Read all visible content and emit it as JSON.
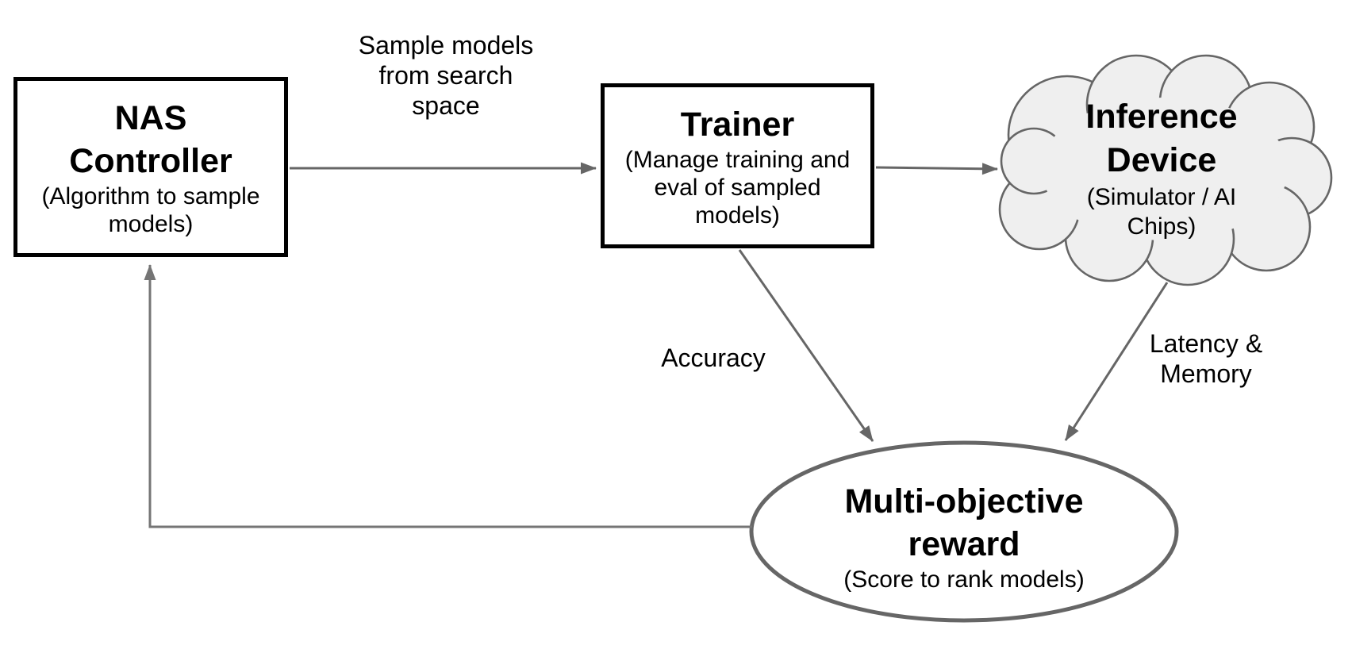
{
  "diagram": {
    "title": "NAS loop diagram",
    "nodes": {
      "nas": {
        "title_lines": [
          "NAS",
          "Controller"
        ],
        "subtitle_lines": [
          "(Algorithm to sample",
          "models)"
        ]
      },
      "trainer": {
        "title_lines": [
          "Trainer"
        ],
        "subtitle_lines": [
          "(Manage training and",
          "eval of sampled",
          "models)"
        ]
      },
      "inference": {
        "title_lines": [
          "Inference",
          "Device"
        ],
        "subtitle_lines": [
          "(Simulator / AI",
          "Chips)"
        ]
      },
      "reward": {
        "title_lines": [
          "Multi-objective",
          "reward"
        ],
        "subtitle_lines": [
          "(Score to rank models)"
        ]
      }
    },
    "edge_labels": {
      "sample_lines": [
        "Sample models",
        "from search",
        "space"
      ],
      "accuracy": "Accuracy",
      "latency_lines": [
        "Latency &",
        "Memory"
      ]
    },
    "colors": {
      "background": "#ffffff",
      "box_border": "#000000",
      "text": "#000000",
      "connector": "#666666",
      "feedback_line": "#757575",
      "cloud_fill": "#efefef",
      "shape_stroke": "#666666"
    }
  }
}
